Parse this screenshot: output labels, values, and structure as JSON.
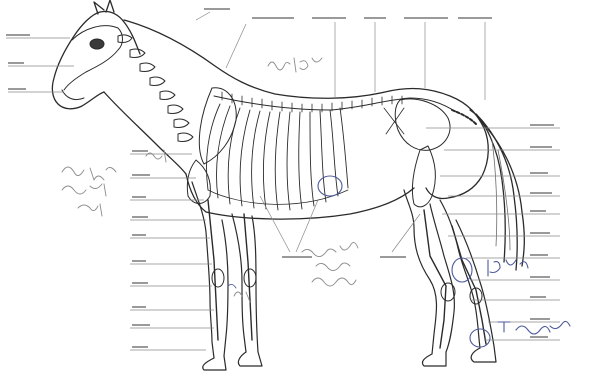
{
  "figure": {
    "subject": "horse-skeleton-outline",
    "label_style": "illegible-print",
    "colors": {
      "background": "#ffffff",
      "ink": "#2b2b2b",
      "leader_lines": "#8a8a8a",
      "blue_pen": "#4d5a9c",
      "pencil": "#8c8c8c"
    }
  },
  "handwritten_notes": [
    {
      "id": "note-neck",
      "text": "",
      "medium": "pencil"
    },
    {
      "id": "note-left-column",
      "text": "",
      "medium": "pencil"
    },
    {
      "id": "note-belly",
      "text": "",
      "medium": "pencil"
    },
    {
      "id": "note-hock",
      "text": "",
      "medium": "blue-pen"
    },
    {
      "id": "note-hoof",
      "text": "",
      "medium": "blue-pen"
    }
  ]
}
